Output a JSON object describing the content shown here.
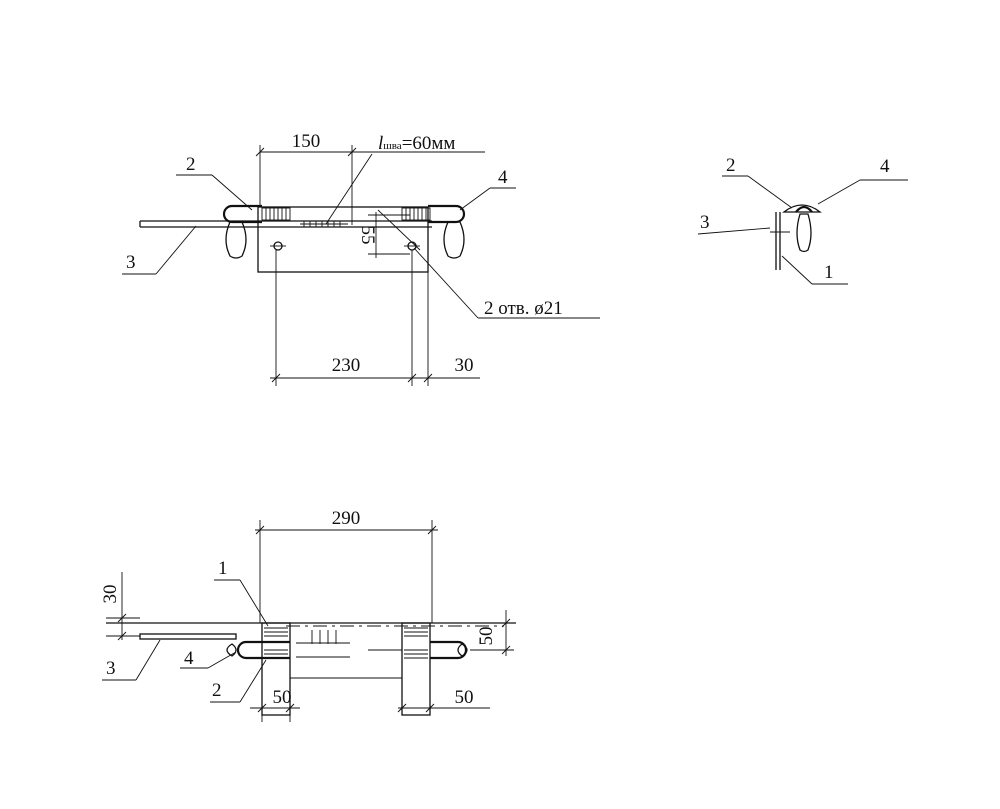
{
  "top_view": {
    "dim_150": "150",
    "weld_label_l": "l",
    "weld_label_sub": "шва",
    "weld_label_rest": "=60мм",
    "dim_55": "55",
    "hole_label": "2 отв. ø21",
    "dim_230": "230",
    "dim_30": "30",
    "pos_2": "2",
    "pos_3": "3",
    "pos_4": "4"
  },
  "side_view": {
    "pos_1": "1",
    "pos_2": "2",
    "pos_3": "3",
    "pos_4": "4"
  },
  "front_view": {
    "dim_290": "290",
    "dim_30": "30",
    "dim_50_right": "50",
    "dim_50_left": "50",
    "dim_50_bottom": "50",
    "pos_1": "1",
    "pos_2": "2",
    "pos_3": "3",
    "pos_4": "4"
  }
}
